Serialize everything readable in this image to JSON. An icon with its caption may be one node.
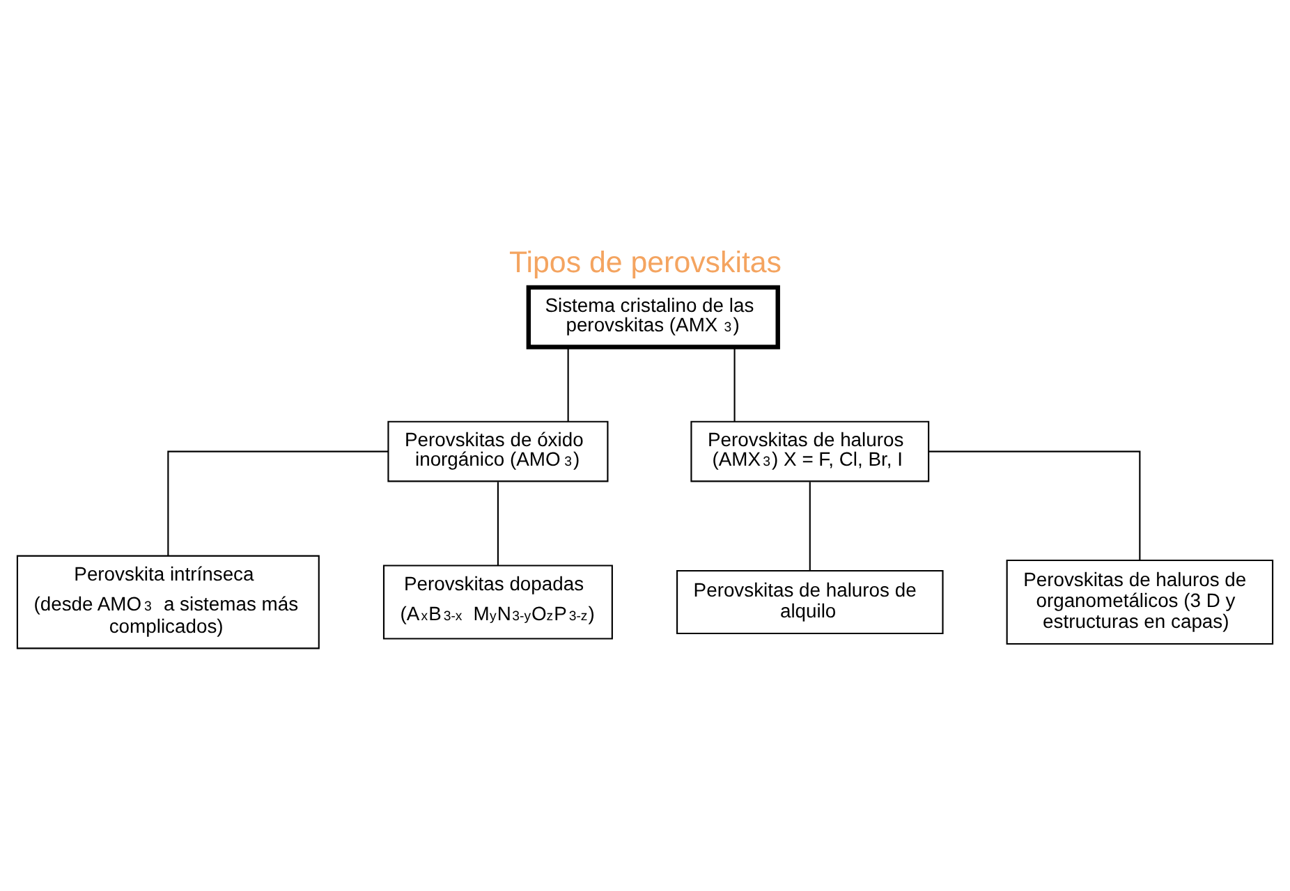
{
  "diagram": {
    "title": "Tipos de perovskitas",
    "nodes": [
      {
        "text": [
          "Sistema cristalino de las perovskitas (AMX$_{3}$)"
        ]
      },
      {
        "text": [
          "Perovskitas de óxido inorgánico (AMO$_{3}$)"
        ]
      },
      {
        "text": [
          "Perovskitas de haluros (AMX$_{3}$) X = F, Cl, Br, I"
        ]
      },
      {
        "text": [
          "Perovskita intrínseca (desde AMO$_{3}$ a sistemas más complicados)"
        ]
      },
      {
        "text": [
          "Perovskitas dopadas (A$_{x}$B$_{3-x}$ M$_{y}$N$_{3-y}$O$_{z}$P$_{3-z}$)"
        ]
      },
      {
        "text": [
          "Perovskitas de haluros de alquilo"
        ]
      },
      {
        "text": [
          "Perovskitas de haluros de organometálicos (3 D y estructuras en capas)"
        ]
      }
    ],
    "edges": [
      {
        "from": 0,
        "to": 1,
        "arrow": "none"
      },
      {
        "from": 0,
        "to": 2,
        "arrow": "none"
      },
      {
        "from": 1,
        "to": 3,
        "arrow": "none"
      },
      {
        "from": 1,
        "to": 4,
        "arrow": "none"
      },
      {
        "from": 2,
        "to": 5,
        "arrow": "none"
      },
      {
        "from": 2,
        "to": 6,
        "arrow": "none"
      }
    ]
  }
}
